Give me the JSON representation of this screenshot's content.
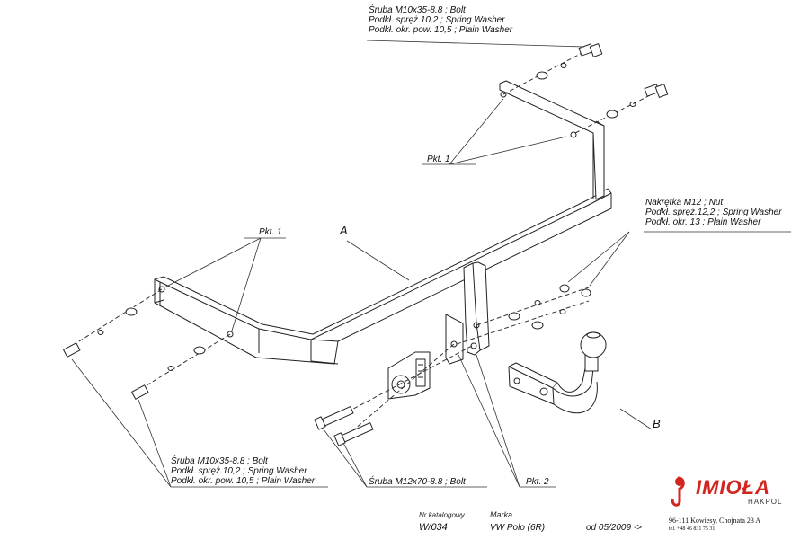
{
  "labels": {
    "top_bolt": [
      "Śruba M10x35-8.8 ;  Bolt",
      "Podkł. spręż.10,2 ; Spring Washer",
      "Podkł. okr. pow. 10,5 ; Plain Washer"
    ],
    "pkt1_top": "Pkt. 1",
    "pkt1_left": "Pkt. 1",
    "label_a": "A",
    "nut_block": [
      "Nakrętka  M12 ; Nut",
      "Podkł. spręż.12,2 ; Spring Washer",
      "Podkł. okr. 13 ; Plain Washer"
    ],
    "label_b": "B",
    "bottom_bolt": [
      "Śruba M10x35-8.8 ;  Bolt",
      "Podkł. spręż.10,2 ; Spring Washer",
      "Podkł. okr. pow. 10,5 ; Plain Washer"
    ],
    "bolt_m12": "Śruba M12x70-8.8   ;   Bolt",
    "pkt2": "Pkt. 2"
  },
  "footer": {
    "catalog_label": "Nr katalogowy",
    "catalog_value": "W/034",
    "make_label": "Marka",
    "make_value": "VW Polo (6R)",
    "date_value": "od  05/2009 ->",
    "address_line1": "96-111 Kowiesy, Chojnata 23 A",
    "address_line2": "tel. +48 46 831 75 31"
  },
  "logo": {
    "name": "IMIOŁA",
    "sub": "HAKPOL",
    "color": "#d1261f"
  }
}
